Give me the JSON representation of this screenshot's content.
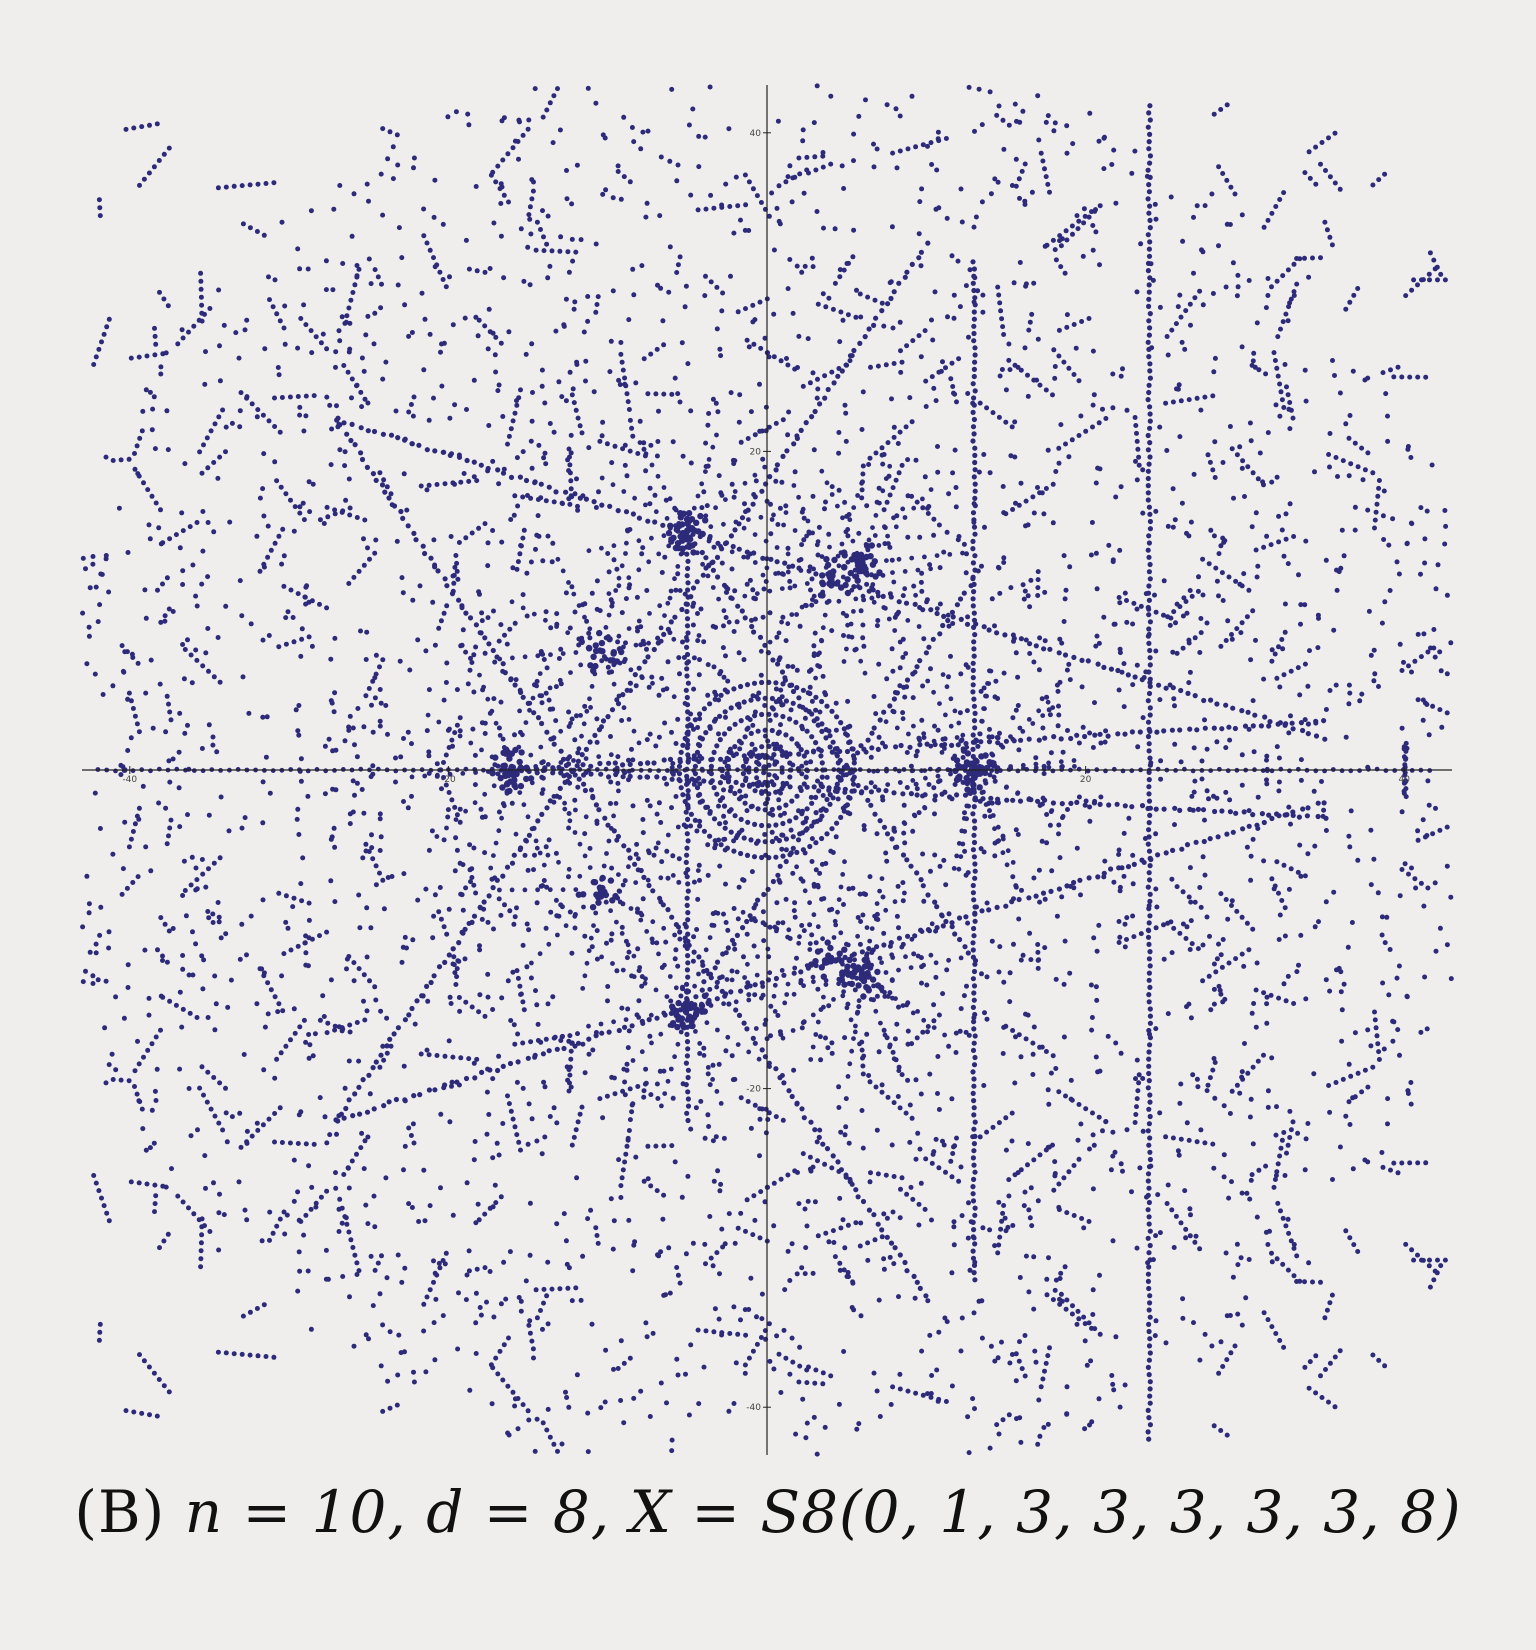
{
  "caption": {
    "label": "(B)",
    "text": "n = 10, d = 8, X = S8(0, 1, 3, 3, 3, 3, 3, 8)"
  },
  "colors": {
    "points": "#2e2a7a",
    "axes": "#222222",
    "background": "#efeeec"
  },
  "chart_data": {
    "type": "scatter",
    "title": "",
    "xlabel": "",
    "ylabel": "",
    "xlim": [
      -43,
      43
    ],
    "ylim": [
      -43,
      43
    ],
    "grid": false,
    "x_ticks": [
      -40,
      -20,
      20,
      40
    ],
    "y_ticks": [
      40,
      20,
      -20,
      -40
    ],
    "x_tick_labels": [
      "-40",
      "-20",
      "20",
      "40"
    ],
    "y_tick_labels": [
      "40",
      "20",
      "-20",
      "-40"
    ],
    "series": [
      {
        "point_groups": [
          {
            "kind": "star_vertex",
            "x": 6,
            "y": 13
          },
          {
            "kind": "star_vertex",
            "x": -5,
            "y": 15
          },
          {
            "kind": "star_vertex",
            "x": -16,
            "y": 0
          },
          {
            "kind": "star_vertex",
            "x": -5,
            "y": -15
          },
          {
            "kind": "star_vertex",
            "x": 6,
            "y": -13
          },
          {
            "kind": "star_vertex",
            "x": 13,
            "y": 0
          },
          {
            "kind": "inner_vertex",
            "x": 4,
            "y": 12
          },
          {
            "kind": "inner_vertex",
            "x": -10.5,
            "y": 7.5
          },
          {
            "kind": "inner_vertex",
            "x": -10.5,
            "y": -7.5
          },
          {
            "kind": "inner_vertex",
            "x": 4,
            "y": -12
          },
          {
            "kind": "inner_vertex",
            "x": 13,
            "y": 0
          },
          {
            "kind": "vertical_line",
            "x": 13,
            "y_from": -32,
            "y_to": 32
          },
          {
            "kind": "vertical_line",
            "x": -5,
            "y_from": -22,
            "y_to": 16
          },
          {
            "kind": "vertical_line",
            "x": 24,
            "y_from": -42,
            "y_to": 42
          },
          {
            "kind": "ray",
            "x1": -16,
            "y1": 0,
            "x2": 35,
            "y2": 3
          },
          {
            "kind": "ray",
            "x1": -16,
            "y1": 0,
            "x2": 35,
            "y2": -3
          },
          {
            "kind": "ray",
            "x1": -27,
            "y1": 22,
            "x2": 10,
            "y2": -33
          },
          {
            "kind": "ray",
            "x1": -27,
            "y1": -22,
            "x2": 10,
            "y2": 33
          },
          {
            "kind": "ray",
            "x1": -5,
            "y1": 15,
            "x2": 13,
            "y2": -12
          },
          {
            "kind": "ray",
            "x1": -5,
            "y1": -15,
            "x2": 13,
            "y2": 12
          },
          {
            "kind": "ray",
            "x1": -27,
            "y1": 22,
            "x2": 35,
            "y2": 2
          },
          {
            "kind": "ray",
            "x1": -27,
            "y1": -22,
            "x2": 35,
            "y2": -2
          }
        ]
      }
    ]
  }
}
